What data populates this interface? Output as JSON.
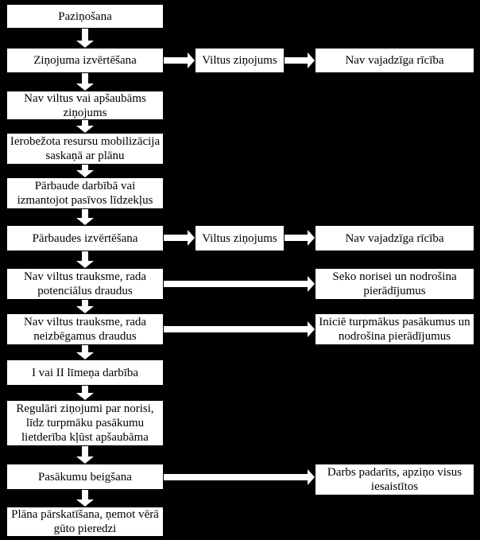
{
  "diagram": {
    "colors": {
      "background": "#000000",
      "node_fill": "#ffffff",
      "node_text": "#000000",
      "arrow": "#ffffff"
    },
    "main_flow": [
      {
        "label": "Paziņošana"
      },
      {
        "label": "Ziņojuma izvērtēšana"
      },
      {
        "label": "Nav viltus vai apšaubāms ziņojums"
      },
      {
        "label": "Ierobežota resursu mobilizācija saskaņā ar plānu"
      },
      {
        "label": "Pārbaude darbībā vai izmantojot pasīvos līdzekļus"
      },
      {
        "label": "Pārbaudes izvērtēšana"
      },
      {
        "label": "Nav viltus trauksme, rada potenciālus draudus"
      },
      {
        "label": "Nav viltus trauksme, rada neizbēgamus draudus"
      },
      {
        "label": "I vai II līmeņa darbība"
      },
      {
        "label": "Regulāri ziņojumi par norisi, līdz turpmāku pasākumu lietderība kļūst apšaubāma"
      },
      {
        "label": "Pasākumu beigšana"
      },
      {
        "label": "Plāna pārskatīšana, ņemot vērā gūto pieredzi"
      }
    ],
    "branch_mid": [
      {
        "label": "Viltus ziņojums"
      },
      {
        "label": "Viltus ziņojums"
      }
    ],
    "branch_right": [
      {
        "label": "Nav vajadzīga rīcība"
      },
      {
        "label": "Nav vajadzīga rīcība"
      },
      {
        "label": "Seko norisei un nodrošina pierādījumus"
      },
      {
        "label": "Iniciē turpmākus pasākumus un nodrošina pierādījumus"
      },
      {
        "label": "Darbs padarīts, apziņo visus iesaistītos"
      }
    ]
  }
}
